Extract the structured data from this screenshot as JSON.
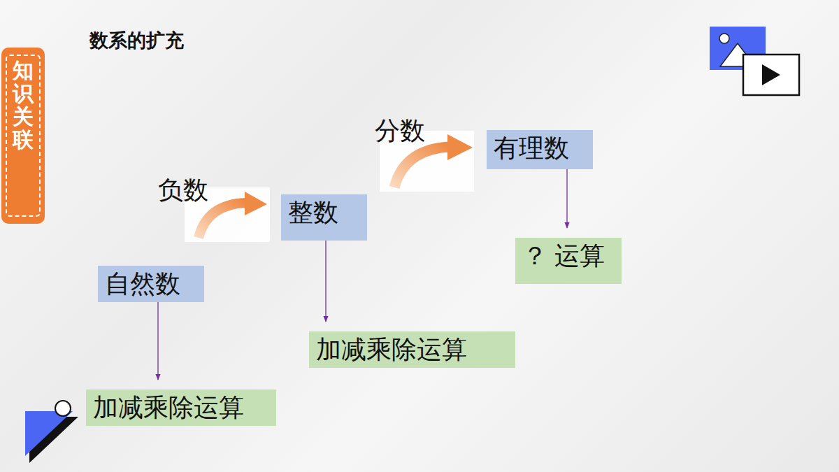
{
  "diagram": {
    "title": "数系的扩充",
    "nodes": [
      {
        "text": [
          "知识关联"
        ]
      },
      {
        "text": [
          "自然数"
        ]
      },
      {
        "text": [
          "加减乘除运算"
        ]
      },
      {
        "text": [
          "整数"
        ]
      },
      {
        "text": [
          "加减乘除运算"
        ]
      },
      {
        "text": [
          "有理数"
        ]
      },
      {
        "text": [
          "？ 运算"
        ]
      }
    ],
    "edges": [
      {
        "from": 1,
        "to": 2,
        "arrow": "to"
      },
      {
        "from": 3,
        "to": 4,
        "arrow": "to"
      },
      {
        "from": 5,
        "to": 6,
        "arrow": "to"
      }
    ],
    "labels": [
      "负数",
      "分数"
    ]
  }
}
